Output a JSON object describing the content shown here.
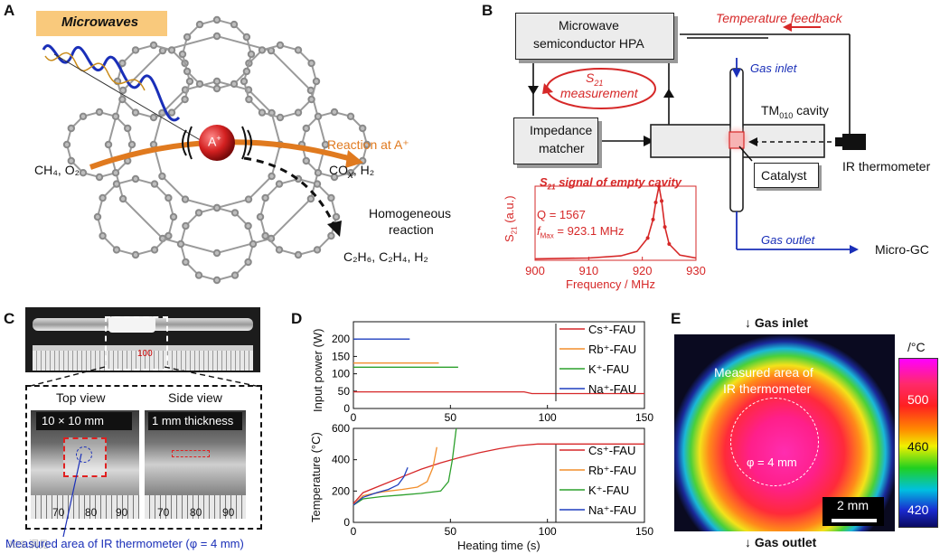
{
  "panel_a": {
    "letter": "A",
    "microwaves_label": "Microwaves",
    "cation_label": "A",
    "cation_sup": "+",
    "reactants": "CH₄, O₂",
    "reaction_label": "Reaction at A⁺",
    "products": "CO",
    "products_x": "x",
    "products_rest": ", H₂",
    "homogeneous_line1": "Homogeneous",
    "homogeneous_line2": "reaction",
    "homogeneous_products": "C₂H₆, C₂H₄, H₂",
    "colors": {
      "banner": "#f9c97c",
      "arrow": "#e07a1f",
      "cation": "#d32020"
    }
  },
  "panel_b": {
    "letter": "B",
    "hpa_line1": "Microwave",
    "hpa_line2": "semiconductor HPA",
    "feedback": "Temperature feedback",
    "s21_meas_line1": "S",
    "s21_meas_sub": "21",
    "s21_meas_line2": "measurement",
    "gas_inlet": "Gas inlet",
    "tm010": "TM",
    "tm010_sub": "010",
    "tm010_rest": " cavity",
    "matcher_line1": "Impedance",
    "matcher_line2": "matcher",
    "catalyst": "Catalyst",
    "ir": "IR thermometer",
    "gas_outlet": "Gas outlet",
    "micro_gc": "Micro-GC",
    "colors": {
      "red": "#d62828",
      "blue": "#1a2fb8"
    }
  },
  "inset_chart": {
    "title": "S",
    "title_sub": "21",
    "title_rest": " signal of empty cavity",
    "q_text": "Q = 1567",
    "f_text": "f",
    "f_sub": "Max",
    "f_rest": " = 923.1 MHz",
    "ylabel": "S",
    "ylabel_sub": "21",
    "ylabel_rest": " (a.u.)",
    "xlabel": "Frequency / MHz",
    "xticks": [
      "900",
      "910",
      "920",
      "930"
    ]
  },
  "panel_c": {
    "letter": "C",
    "top_view": "Top view",
    "side_view": "Side view",
    "size_label": "10 × 10 mm",
    "thickness_label": "1 mm thickness",
    "ruler_ticks_top": [
      "70",
      "80",
      "90"
    ],
    "ruler_ticks_side": [
      "70",
      "80",
      "90"
    ],
    "ruler_big_label": "100",
    "caption": "Measured area of IR thermometer (φ = 4 mm)",
    "watermark": "JCS 洞见"
  },
  "panel_d": {
    "letter": "D",
    "top_ylabel": "Input power (W)",
    "bottom_ylabel": "Temperature (°C)",
    "xlabel": "Heating time (s)",
    "legend": [
      {
        "name": "Cs⁺-FAU",
        "color": "#d62728"
      },
      {
        "name": "Rb⁺-FAU",
        "color": "#f28e2b"
      },
      {
        "name": "K⁺-FAU",
        "color": "#2ca02c"
      },
      {
        "name": "Na⁺-FAU",
        "color": "#1f3fbf"
      }
    ]
  },
  "chart_data": [
    {
      "type": "line",
      "title": "",
      "xlabel": "Heating time (s)",
      "ylabel": "Input power (W)",
      "xlim": [
        0,
        150
      ],
      "ylim": [
        0,
        250
      ],
      "xticks": [
        "0",
        "50",
        "100",
        "150"
      ],
      "yticks": [
        "0",
        "50",
        "100",
        "150",
        "200"
      ],
      "series": [
        {
          "name": "Cs⁺-FAU",
          "x": [
            0,
            88,
            92,
            150
          ],
          "y": [
            48,
            48,
            43,
            43
          ]
        },
        {
          "name": "Rb⁺-FAU",
          "x": [
            0,
            44
          ],
          "y": [
            131,
            131
          ]
        },
        {
          "name": "K⁺-FAU",
          "x": [
            0,
            54
          ],
          "y": [
            119,
            119
          ]
        },
        {
          "name": "Na⁺-FAU",
          "x": [
            0,
            29
          ],
          "y": [
            200,
            200
          ]
        }
      ]
    },
    {
      "type": "line",
      "title": "",
      "xlabel": "Heating time (s)",
      "ylabel": "Temperature (°C)",
      "xlim": [
        0,
        150
      ],
      "ylim": [
        0,
        600
      ],
      "xticks": [
        "0",
        "50",
        "100",
        "150"
      ],
      "yticks": [
        "0",
        "200",
        "400",
        "600"
      ],
      "series": [
        {
          "name": "Cs⁺-FAU",
          "x": [
            0,
            5,
            15,
            25,
            35,
            45,
            55,
            65,
            75,
            85,
            95,
            110,
            130,
            150
          ],
          "y": [
            120,
            190,
            240,
            290,
            340,
            380,
            415,
            445,
            470,
            490,
            500,
            500,
            500,
            500
          ]
        },
        {
          "name": "Rb⁺-FAU",
          "x": [
            0,
            5,
            15,
            25,
            33,
            38,
            41,
            43
          ],
          "y": [
            110,
            170,
            195,
            210,
            225,
            260,
            350,
            480
          ]
        },
        {
          "name": "K⁺-FAU",
          "x": [
            0,
            5,
            15,
            25,
            35,
            45,
            49,
            51,
            53
          ],
          "y": [
            110,
            150,
            165,
            175,
            185,
            200,
            260,
            400,
            600
          ]
        },
        {
          "name": "Na⁺-FAU",
          "x": [
            0,
            5,
            12,
            18,
            23,
            26,
            28
          ],
          "y": [
            110,
            160,
            190,
            210,
            240,
            290,
            350
          ]
        }
      ]
    },
    {
      "type": "line",
      "title": "",
      "xlabel": "Frequency / MHz",
      "ylabel": "S21 (a.u.)",
      "xlim": [
        900,
        930
      ],
      "series": [
        {
          "name": "S21",
          "x": [
            900,
            910,
            916,
            919,
            921,
            922,
            922.5,
            923.1,
            923.6,
            924.2,
            925,
            927,
            930
          ],
          "y": [
            0.02,
            0.03,
            0.06,
            0.12,
            0.3,
            0.55,
            0.78,
            1.0,
            0.8,
            0.45,
            0.22,
            0.07,
            0.03
          ]
        }
      ]
    }
  ],
  "panel_e": {
    "letter": "E",
    "gas_inlet": "↓ Gas inlet",
    "gas_outlet": "↓ Gas outlet",
    "measured_line1": "Measured area of",
    "measured_line2": "IR thermometer",
    "phi": "φ = 4 mm",
    "scalebar": "2 mm",
    "cbar_unit": "/°C",
    "cbar_ticks": [
      "500",
      "460",
      "420"
    ]
  }
}
